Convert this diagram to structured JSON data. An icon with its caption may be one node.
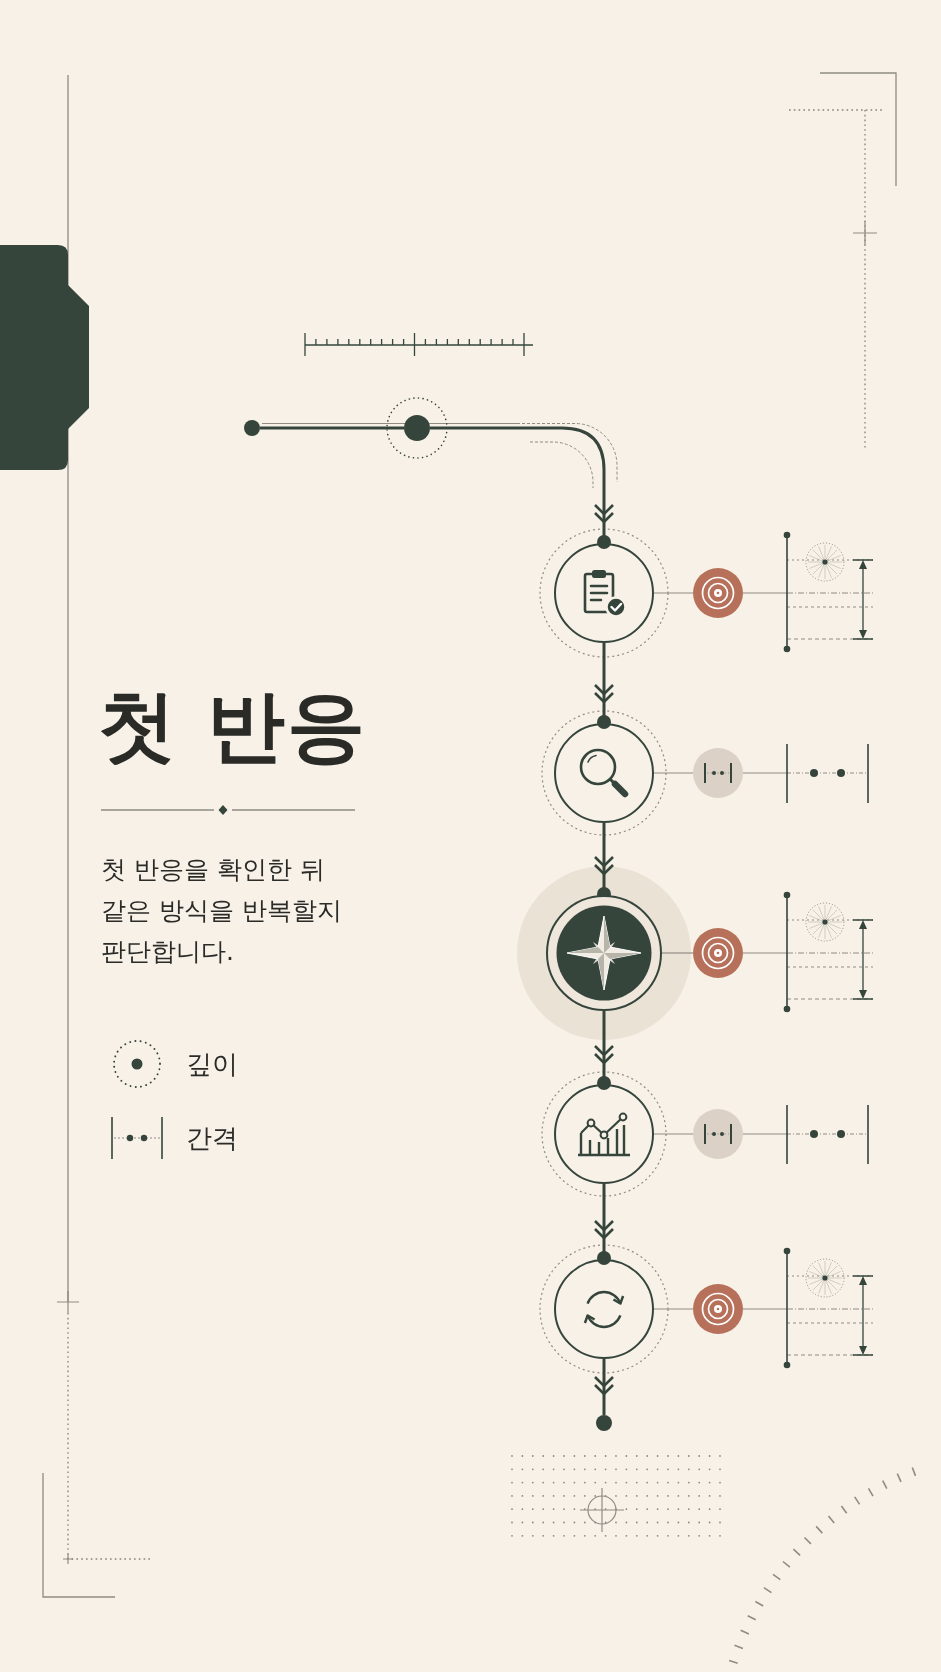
{
  "diagram": {
    "title": "첫 반응",
    "nodes": [
      {
        "text": [],
        "shape": "circle"
      },
      {
        "text": [],
        "shape": "circle"
      },
      {
        "text": [],
        "shape": "circle"
      },
      {
        "text": [],
        "shape": "circle"
      },
      {
        "text": [],
        "shape": "circle"
      },
      {
        "text": [],
        "shape": "circle"
      },
      {
        "text": [],
        "shape": "circle"
      },
      {
        "text": [],
        "shape": "circle"
      },
      {
        "text": [],
        "shape": "circle"
      },
      {
        "text": [],
        "shape": "circle"
      },
      {
        "text": [],
        "shape": "circle"
      },
      {
        "text": [],
        "shape": "circle"
      },
      {
        "text": [],
        "shape": "circle"
      }
    ],
    "edges": [
      {
        "from": 0,
        "to": 1,
        "arrow": "none"
      },
      {
        "from": 1,
        "to": 2,
        "arrow": "to"
      },
      {
        "from": 2,
        "to": 3,
        "arrow": "to"
      },
      {
        "from": 3,
        "to": 4,
        "arrow": "to"
      },
      {
        "from": 4,
        "to": 5,
        "arrow": "to"
      },
      {
        "from": 5,
        "to": 6,
        "arrow": "to"
      },
      {
        "from": 6,
        "to": 7,
        "arrow": "to"
      },
      {
        "from": 2,
        "to": 8,
        "arrow": "none",
        "color": "#8f8c84"
      },
      {
        "from": 3,
        "to": 9,
        "arrow": "none",
        "color": "#8f8c84"
      },
      {
        "from": 4,
        "to": 10,
        "arrow": "none",
        "color": "#8f8c84"
      },
      {
        "from": 5,
        "to": 11,
        "arrow": "none",
        "color": "#8f8c84"
      },
      {
        "from": 6,
        "to": 12,
        "arrow": "none",
        "color": "#8f8c84"
      }
    ],
    "labels": [
      "첫 반응을 확인한 뒤 같은 방식을 반복할지 판단합니다."
    ],
    "legend": [
      {
        "text": "깊이"
      },
      {
        "text": "간격"
      }
    ]
  }
}
